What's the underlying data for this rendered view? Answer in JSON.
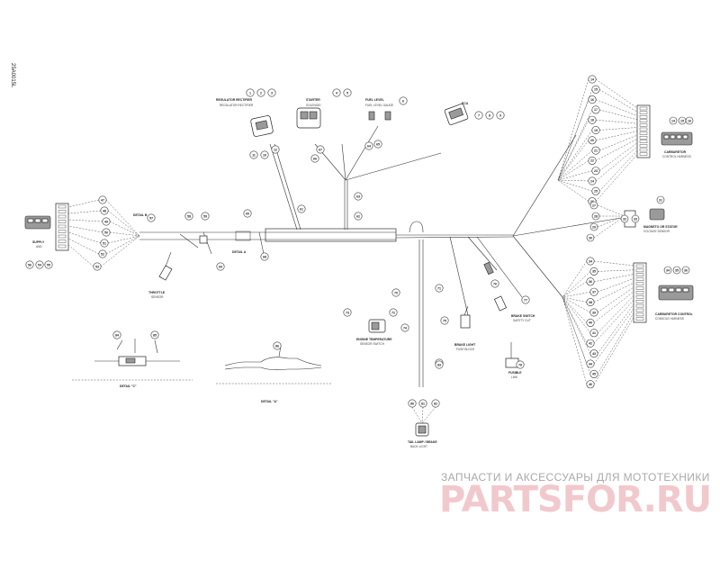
{
  "drawing": {
    "code": "25A0015L",
    "detail_b": "DETAIL B",
    "detail_a": "DETAIL A",
    "detail_c_caption": "DETAIL \"C\"",
    "detail_a_caption": "DETAIL \"A\""
  },
  "labels": {
    "bundle_left": [
      "SUPPLY",
      "AND"
    ],
    "regulator": [
      "REGULATOR RECTIFIER",
      "REGULATOR RECTIFIER"
    ],
    "starter": [
      "STARTER",
      "SOLENOID"
    ],
    "fuel": [
      "FUEL LEVEL",
      "FUEL LEVEL GAUGE"
    ],
    "connector_top_right": [
      "ECU"
    ],
    "harness_top": [
      "CARBURETOR",
      "CONTROL HARNESS"
    ],
    "harness_mid": [
      "MAGNETO OR STATOR",
      "VOLTAGE SENSOR"
    ],
    "harness_bottom": [
      "CARBURETOR CONTROL",
      "CONSOLE HARNESS"
    ],
    "sensor_left": [
      "THROTTLE",
      "SENSOR"
    ],
    "brake": [
      "BRAKE SWITCH",
      "SAFETY CUT"
    ],
    "brake_light": [
      "BRAKE LIGHT",
      "FUSE BLOCK"
    ],
    "tail": [
      "TAIL LAMP / BRAKE",
      "BACK LIGHT"
    ],
    "temperature": [
      "ENGINE TEMPERATURE",
      "SENSOR SWITCH"
    ],
    "fuse": [
      "FUSIBLE",
      "LINK"
    ]
  },
  "watermark": {
    "line1": "ЗАПЧАСТИ И АКСЕССУАРЫ ДЛЯ МОТОТЕХНИКИ",
    "line2": "PARTSFOR.RU"
  },
  "callouts": {
    "top_center": [
      "1",
      "2",
      "3",
      "4",
      "5",
      "6",
      "7",
      "8",
      "9",
      "10",
      "11",
      "12"
    ],
    "right_top": [
      "14",
      "15",
      "16",
      "17",
      "18",
      "19",
      "20",
      "21",
      "22",
      "23",
      "24",
      "25",
      "26"
    ],
    "right_mid": [
      "27",
      "28",
      "29",
      "30",
      "31",
      "32",
      "33"
    ],
    "right_bottom": [
      "34",
      "35",
      "36",
      "37",
      "38",
      "39",
      "40",
      "41",
      "42",
      "43",
      "44",
      "45",
      "46"
    ],
    "left": [
      "47",
      "48",
      "49",
      "50",
      "51",
      "52",
      "53",
      "54",
      "55",
      "56"
    ],
    "trunk": [
      "57",
      "58",
      "59",
      "60",
      "61",
      "62",
      "63",
      "64",
      "65",
      "66",
      "67",
      "68",
      "69"
    ],
    "lower": [
      "70",
      "71",
      "72",
      "73",
      "74",
      "75",
      "76",
      "77",
      "78",
      "79",
      "80",
      "81",
      "82",
      "83",
      "84",
      "85",
      "86"
    ]
  }
}
